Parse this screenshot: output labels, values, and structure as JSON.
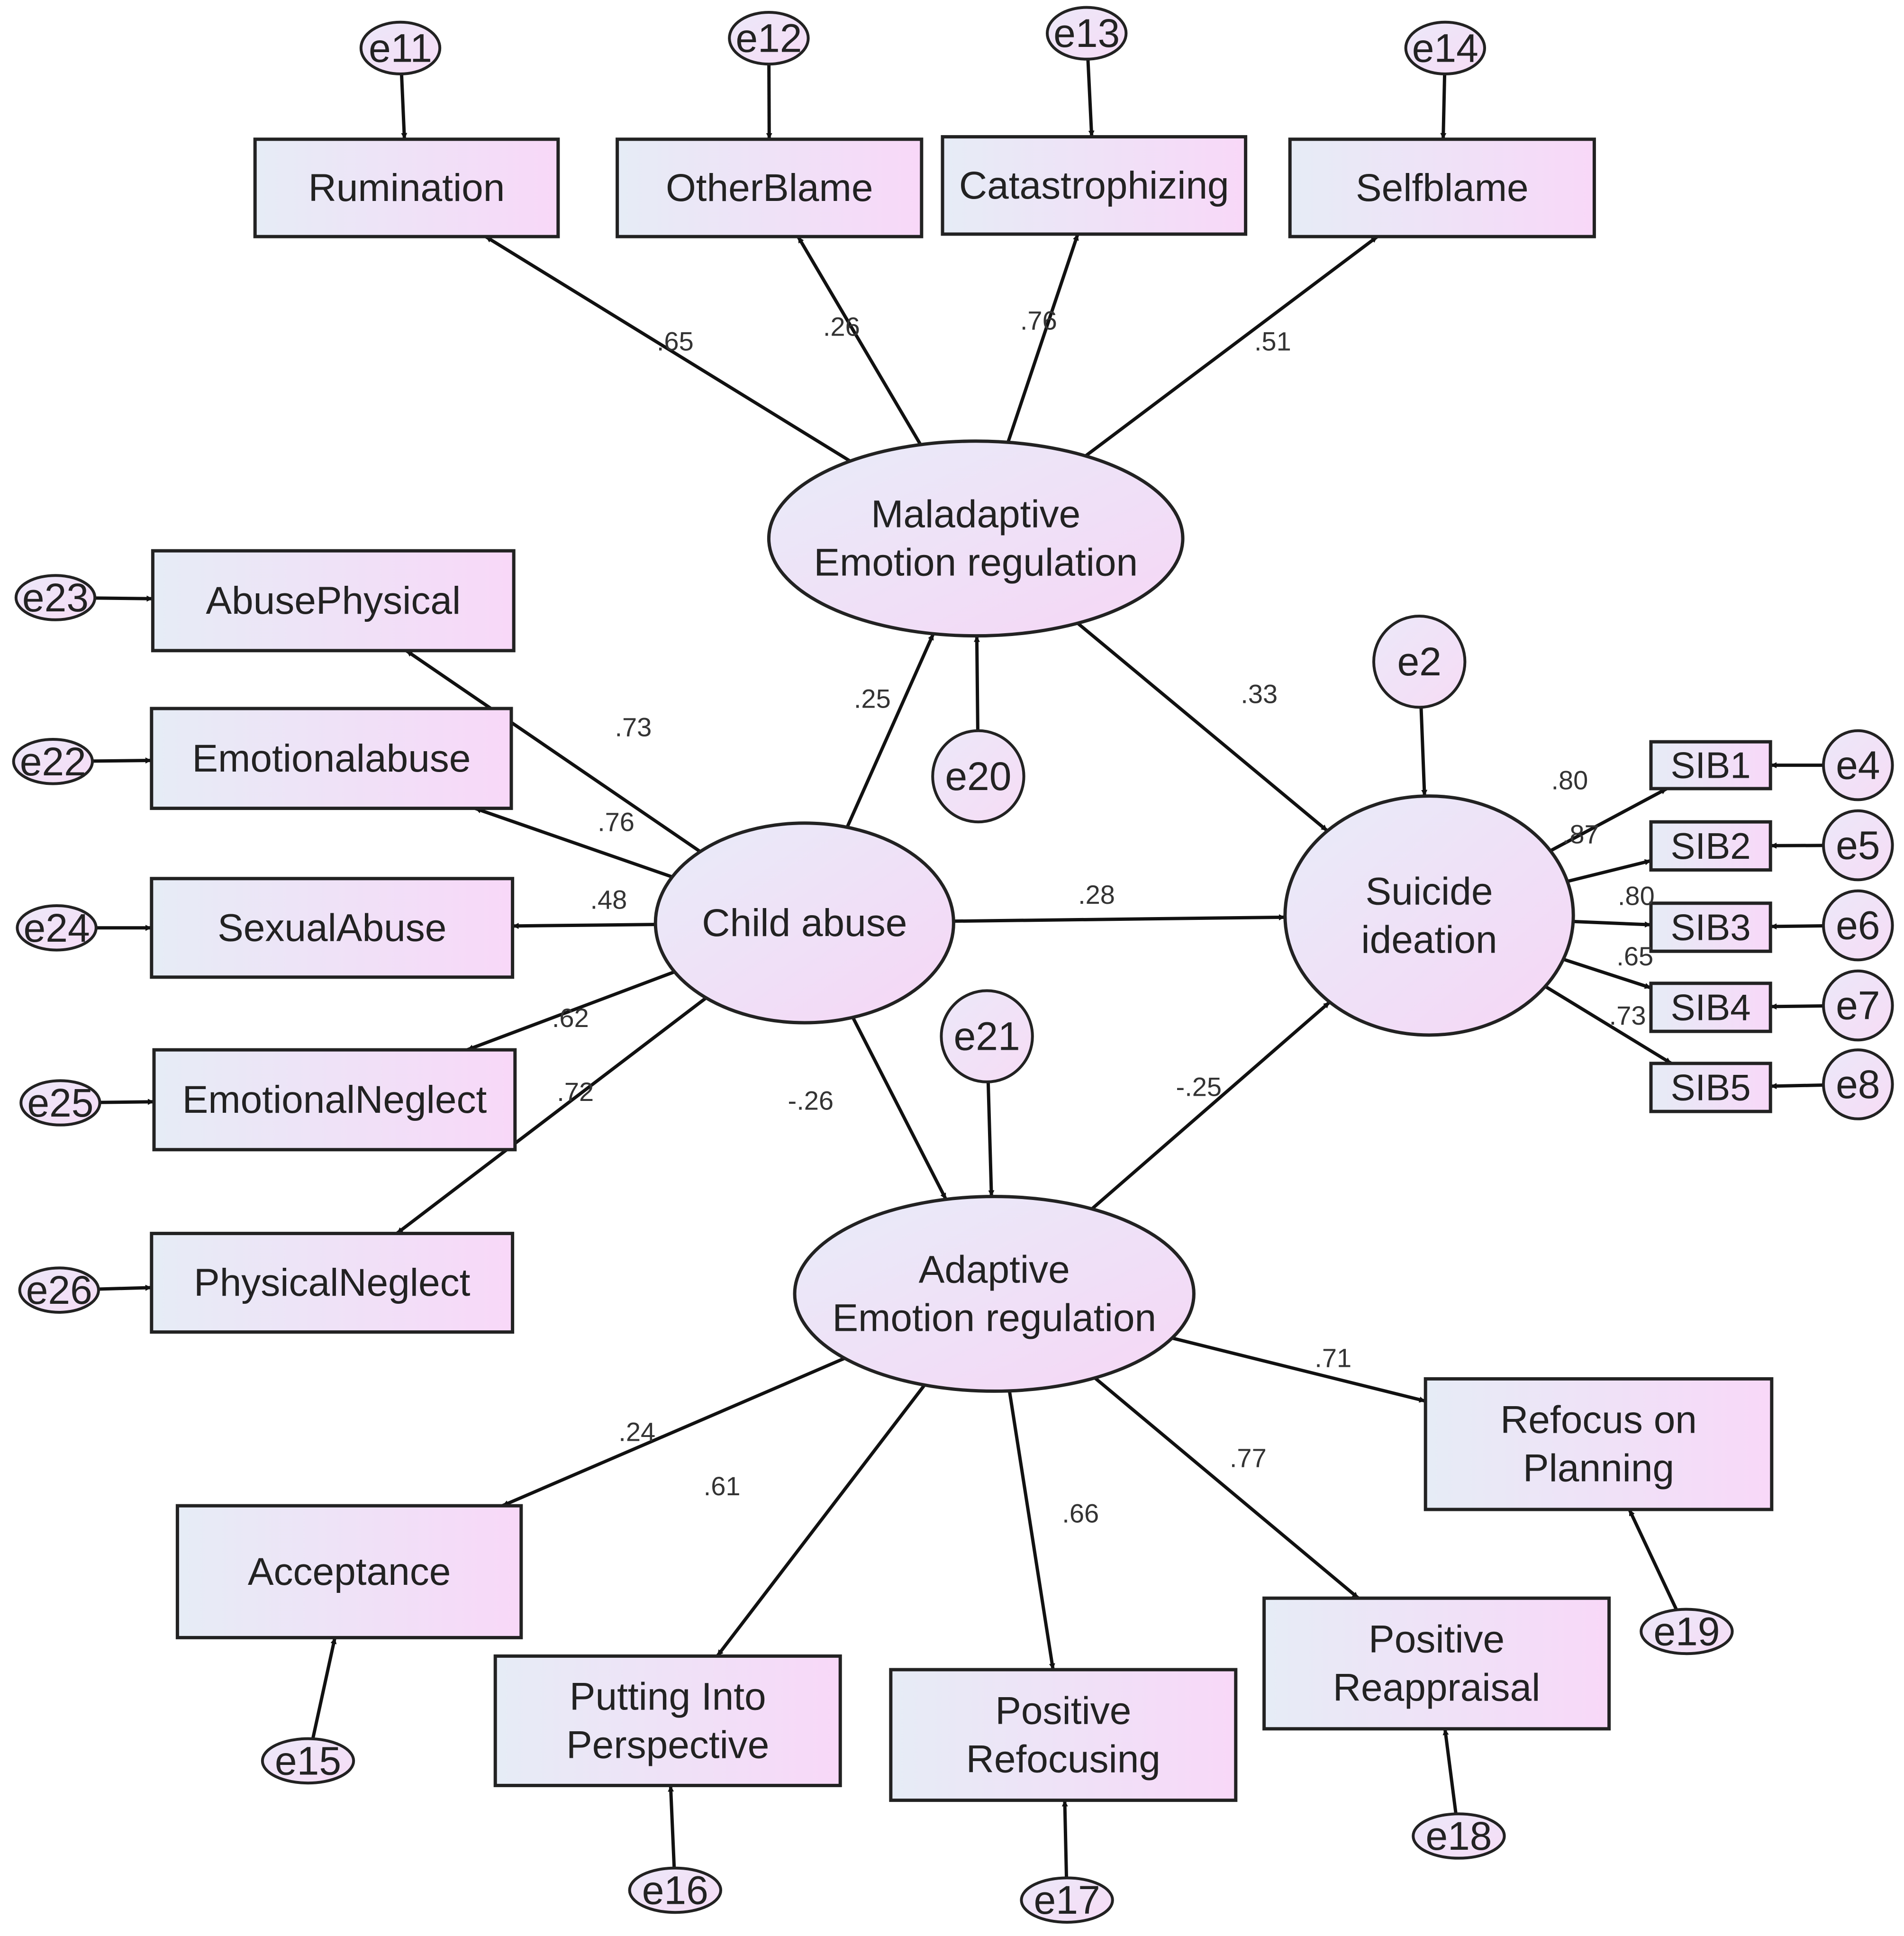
{
  "latents": {
    "maladaptive": [
      "Maladaptive",
      "Emotion regulation"
    ],
    "child": [
      "Child abuse"
    ],
    "suicide": [
      "Suicide",
      "ideation"
    ],
    "adaptive": [
      "Adaptive",
      "Emotion regulation"
    ]
  },
  "indicators": {
    "rumination": [
      "Rumination"
    ],
    "otherblame": [
      "OtherBlame"
    ],
    "catastrophizing": [
      "Catastrophizing"
    ],
    "selfblame": [
      "Selfblame"
    ],
    "abusephysical": [
      "AbusePhysical"
    ],
    "emotionalabuse": [
      "Emotionalabuse"
    ],
    "sexualabuse": [
      "SexualAbuse"
    ],
    "emotionalneglect": [
      "EmotionalNeglect"
    ],
    "physicalneglect": [
      "PhysicalNeglect"
    ],
    "acceptance": [
      "Acceptance"
    ],
    "putting": [
      "Putting Into",
      "Perspective"
    ],
    "posrefocusing": [
      "Positive",
      "Refocusing"
    ],
    "posreappraisal": [
      "Positive",
      "Reappraisal"
    ],
    "refocusplanning": [
      "Refocus on",
      "Planning"
    ],
    "sib1": [
      "SIB1"
    ],
    "sib2": [
      "SIB2"
    ],
    "sib3": [
      "SIB3"
    ],
    "sib4": [
      "SIB4"
    ],
    "sib5": [
      "SIB5"
    ]
  },
  "errors": {
    "e11": "e11",
    "e12": "e12",
    "e13": "e13",
    "e14": "e14",
    "e23": "e23",
    "e22": "e22",
    "e24": "e24",
    "e25": "e25",
    "e26": "e26",
    "e20": "e20",
    "e2": "e2",
    "e21": "e21",
    "e4": "e4",
    "e5": "e5",
    "e6": "e6",
    "e7": "e7",
    "e8": "e8",
    "e15": "e15",
    "e16": "e16",
    "e17": "e17",
    "e18": "e18",
    "e19": "e19"
  },
  "coefficients": {
    "rumination": ".65",
    "otherblame": ".26",
    "catastrophizing": ".76",
    "selfblame": ".51",
    "abusephysical": ".73",
    "emotionalabuse": ".76",
    "sexualabuse": ".48",
    "emotionalneglect": ".62",
    "physicalneglect": ".72",
    "child_to_maladaptive": ".25",
    "maladaptive_to_suicide": ".33",
    "child_to_suicide": ".28",
    "child_to_adaptive": "-.26",
    "adaptive_to_suicide": "-.25",
    "sib1": ".80",
    "sib2": ".87",
    "sib3": ".80",
    "sib4": ".65",
    "sib5": ".73",
    "refocusplanning": ".71",
    "acceptance": ".24",
    "putting": ".61",
    "posrefocusing": ".66",
    "posreappraisal": ".77"
  },
  "colors": {
    "fill_left": "#e6ecf6",
    "fill_right": "#f8d8f8",
    "stroke": "#222222"
  }
}
